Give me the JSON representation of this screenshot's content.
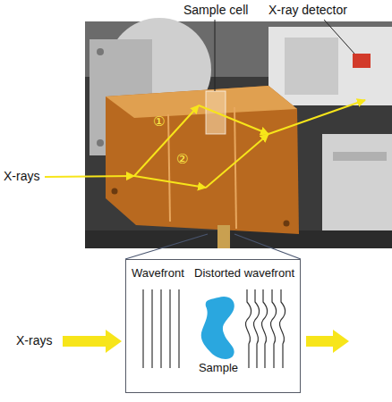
{
  "diagram": {
    "nodes": [
      {
        "text": [
          "Wavefront",
          "Distorted wavefront"
        ]
      },
      {
        "text": [
          "Sample"
        ],
        "in": 0
      }
    ],
    "labels": [
      "Sample cell",
      "X-ray detector",
      "X-rays",
      "①",
      "②",
      "X-rays"
    ]
  }
}
